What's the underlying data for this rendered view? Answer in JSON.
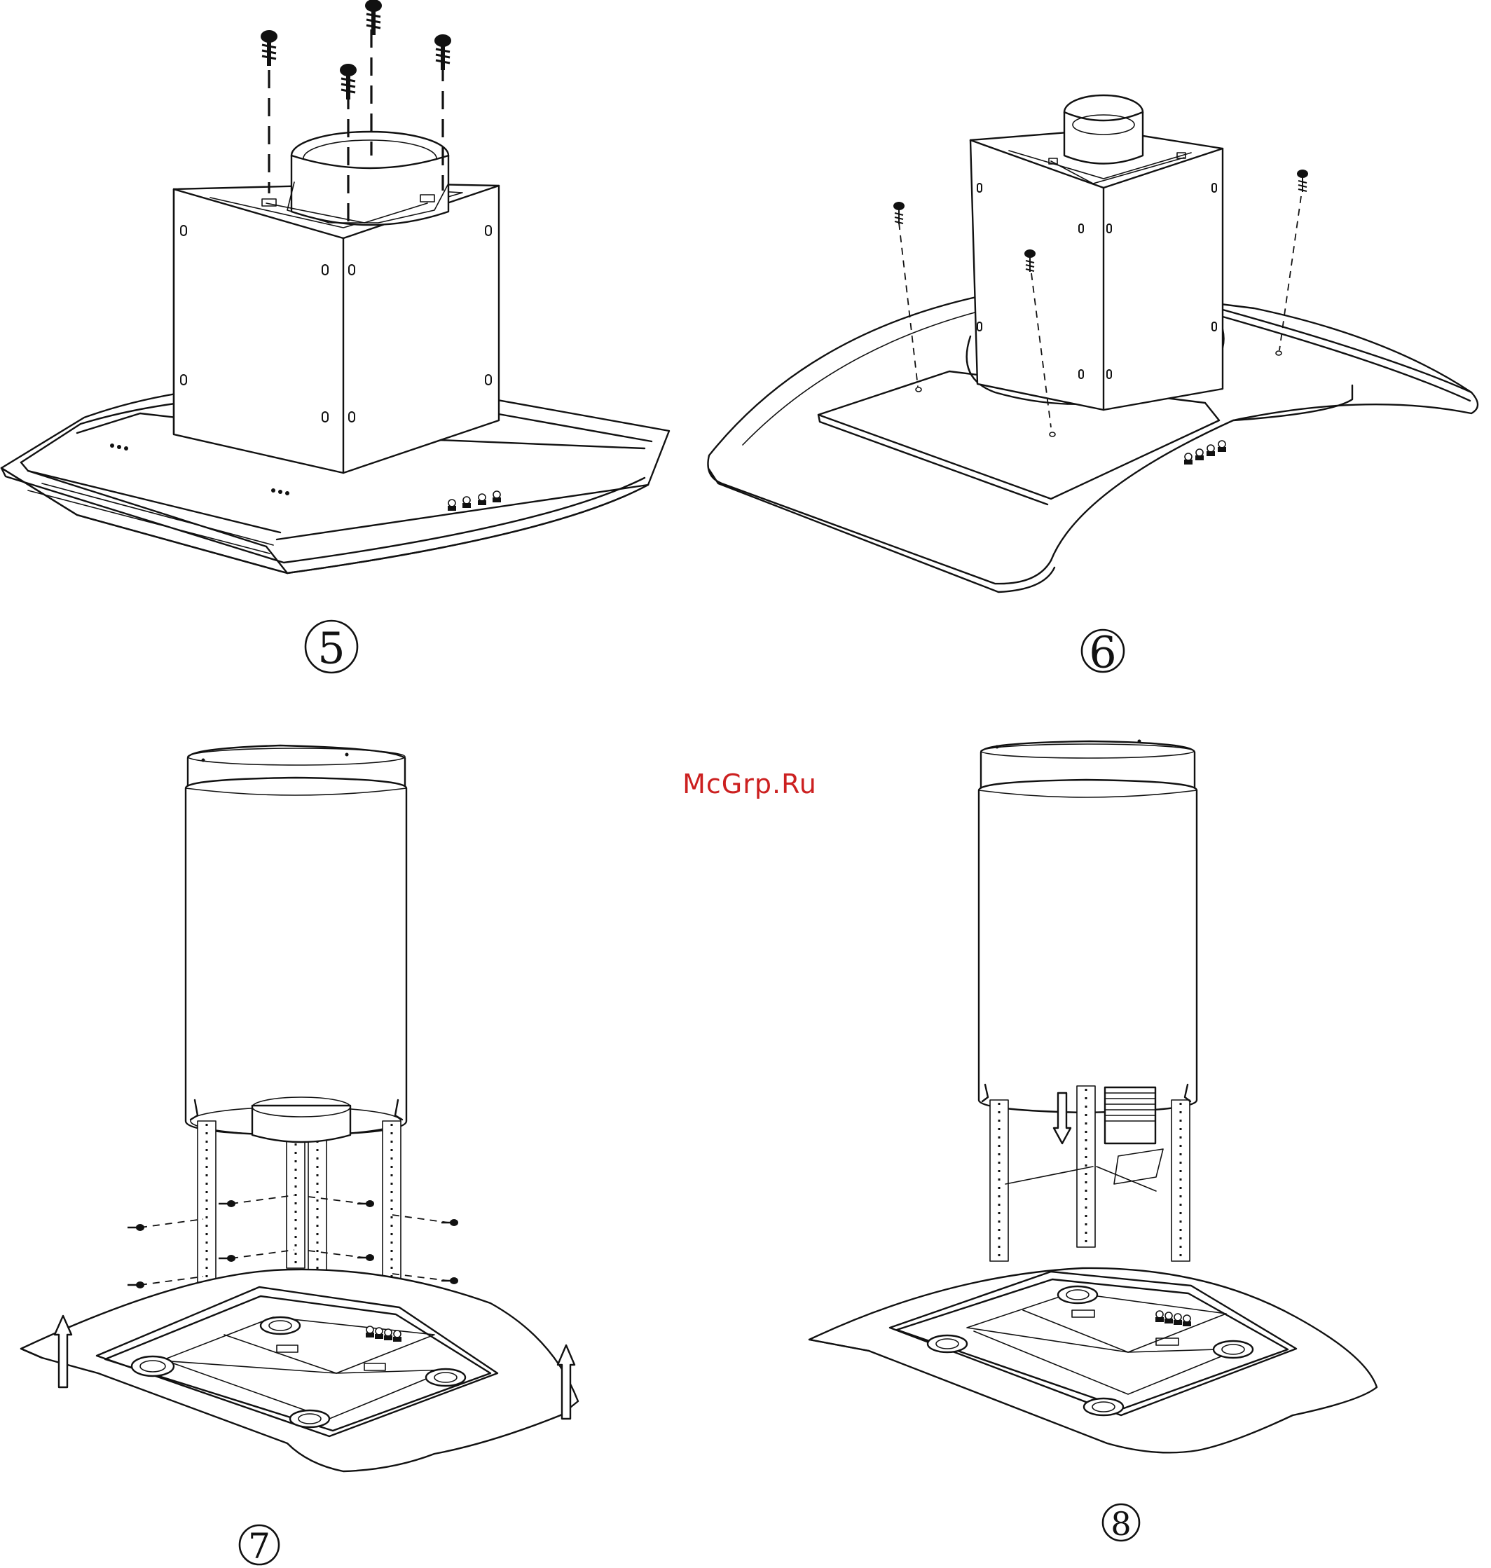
{
  "watermark": "McGrp.Ru",
  "steps": [
    {
      "id": "step-5",
      "label": "5"
    },
    {
      "id": "step-6",
      "label": "6"
    },
    {
      "id": "step-7",
      "label": "7"
    },
    {
      "id": "step-8",
      "label": "8"
    }
  ]
}
